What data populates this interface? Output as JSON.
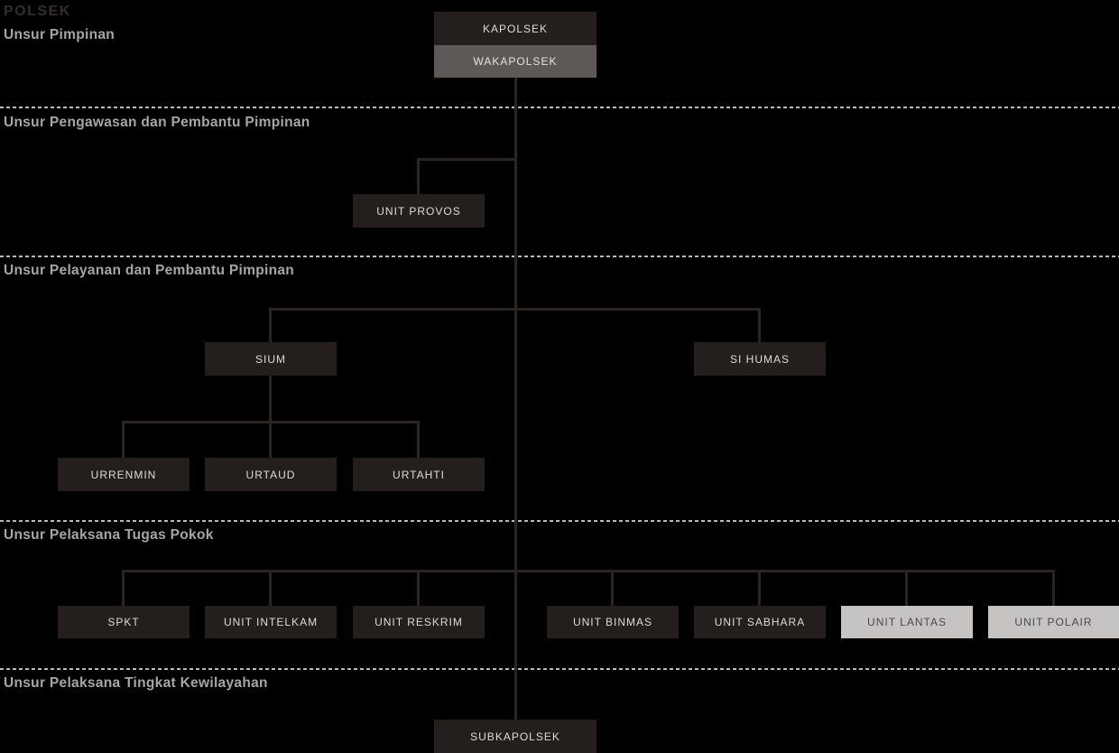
{
  "title": "POLSEK",
  "sections": [
    {
      "label": "Unsur Pimpinan"
    },
    {
      "label": "Unsur Pengawasan dan Pembantu Pimpinan"
    },
    {
      "label": "Unsur Pelayanan dan Pembantu Pimpinan"
    },
    {
      "label": "Unsur Pelaksana Tugas Pokok"
    },
    {
      "label": "Unsur Pelaksana Tingkat Kewilayahan"
    }
  ],
  "nodes": {
    "kapolsek": "KAPOLSEK",
    "wakapolsek": "WAKAPOLSEK",
    "unit_provos": "UNIT PROVOS",
    "sium": "SIUM",
    "si_humas": "SI HUMAS",
    "urrenmin": "URRENMIN",
    "urtaud": "URTAUD",
    "urtahti": "URTAHTI",
    "spkt": "SPKT",
    "unit_intelkam": "UNIT INTELKAM",
    "unit_reskrim": "UNIT RESKRIM",
    "unit_binmas": "UNIT BINMAS",
    "unit_sabhara": "UNIT SABHARA",
    "unit_lantas": "UNIT LANTAS",
    "unit_polair": "UNIT POLAIR",
    "subkapolsek": "SUBKAPOLSEK"
  },
  "colors": {
    "background": "#000000",
    "node_dark": "#241f1d",
    "node_gray": "#5e5957",
    "node_light": "#c5c4c3",
    "connector": "#2b2522",
    "divider": "#b9b9b9",
    "title": "#352f2c",
    "section_label": "#a6a6a6",
    "node_text_light": "#dedcda",
    "node_text_dark": "#4d4845"
  }
}
